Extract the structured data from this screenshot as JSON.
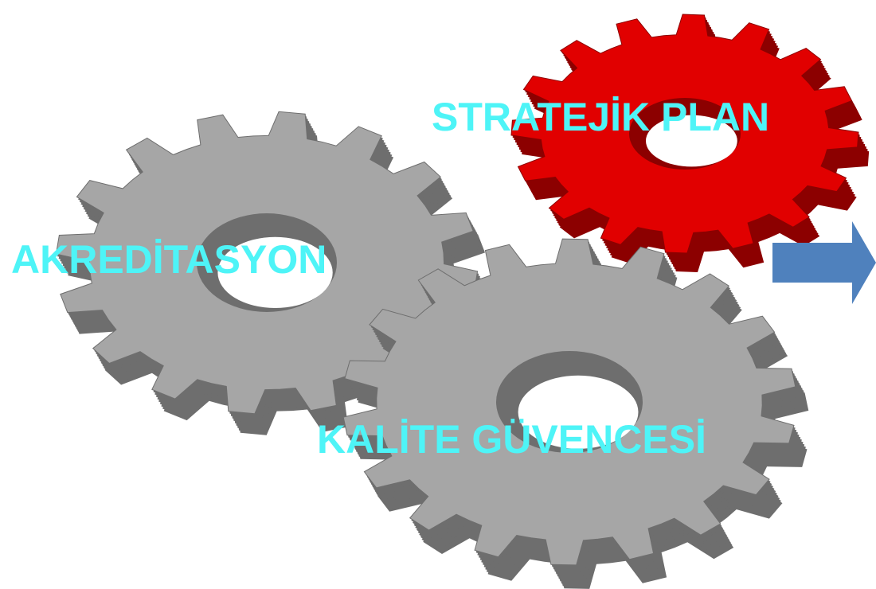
{
  "diagram": {
    "label_color": "#4EF4F7",
    "gears": [
      {
        "id": "akreditasyon",
        "label": "AKREDİTASYON",
        "color": "#a6a6a6",
        "side_color": "#6e6e6e"
      },
      {
        "id": "kalite",
        "label": "KALİTE GÜVENCESİ",
        "color": "#a6a6a6",
        "side_color": "#6e6e6e"
      },
      {
        "id": "stratejik",
        "label": "STRATEJİK PLAN",
        "color": "#e10000",
        "side_color": "#8c0000"
      }
    ],
    "arrow": {
      "icon": "right-arrow-icon",
      "color": "#4f81bd"
    }
  }
}
